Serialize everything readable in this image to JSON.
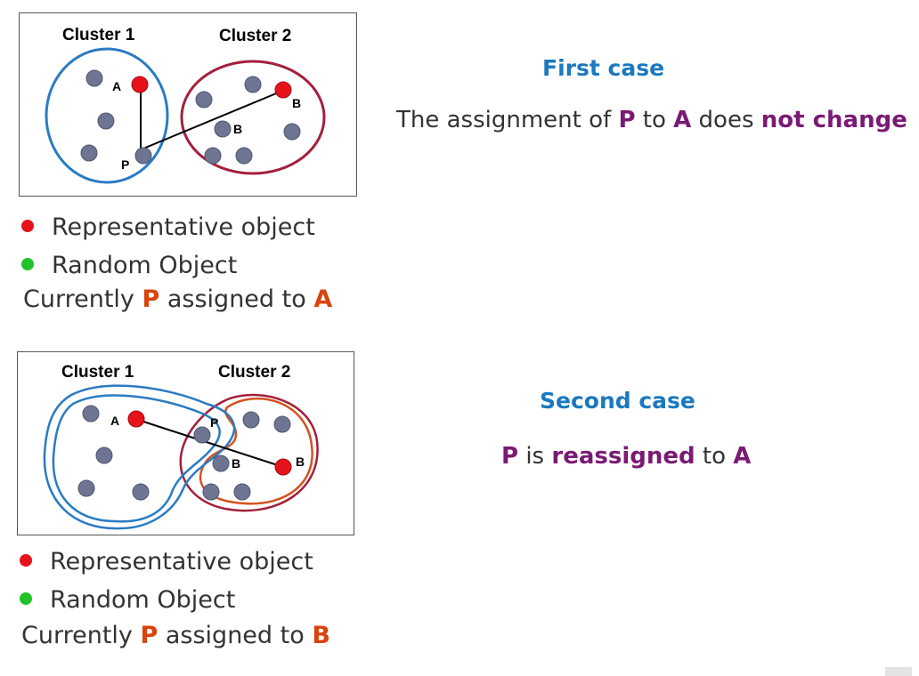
{
  "diagram1": {
    "cluster1_label": "Cluster 1",
    "cluster2_label": "Cluster 2",
    "label_A": "A",
    "label_B_rep": "B",
    "label_B_obj": "B",
    "label_P": "P"
  },
  "legend1": {
    "rep_text": "Representative object",
    "random_text": "Random Object",
    "status_prefix": "Currently",
    "status_P": "P",
    "status_mid": "assigned to",
    "status_target": "A"
  },
  "case1": {
    "title": "First case",
    "desc_the": "The assignment of",
    "desc_P": "P",
    "desc_to": "to",
    "desc_A": "A",
    "desc_does": "does",
    "desc_emph": "not change"
  },
  "diagram2": {
    "cluster1_label": "Cluster 1",
    "cluster2_label": "Cluster 2",
    "label_A": "A",
    "label_P": "P",
    "label_B_obj": "B",
    "label_B_rep": "B"
  },
  "legend2": {
    "rep_text": "Representative object",
    "random_text": "Random Object",
    "status_prefix": "Currently",
    "status_P": "P",
    "status_mid": "assigned to",
    "status_target": "B"
  },
  "case2": {
    "title": "Second case",
    "desc_P": "P",
    "desc_is": "is",
    "desc_emph": "reassigned",
    "desc_to": "to",
    "desc_A": "A"
  },
  "colors": {
    "representative": "#e6131b",
    "random": "#23c12a",
    "object": "#6e7592",
    "cluster1_boundary": "#2a7bc4",
    "cluster2_boundary_first": "#a3203b",
    "cluster2_boundary_second": "#d4521e",
    "title_blue": "#1a79bf",
    "emphasis_purple": "#7a1a74",
    "emphasis_orange": "#d9430d"
  }
}
